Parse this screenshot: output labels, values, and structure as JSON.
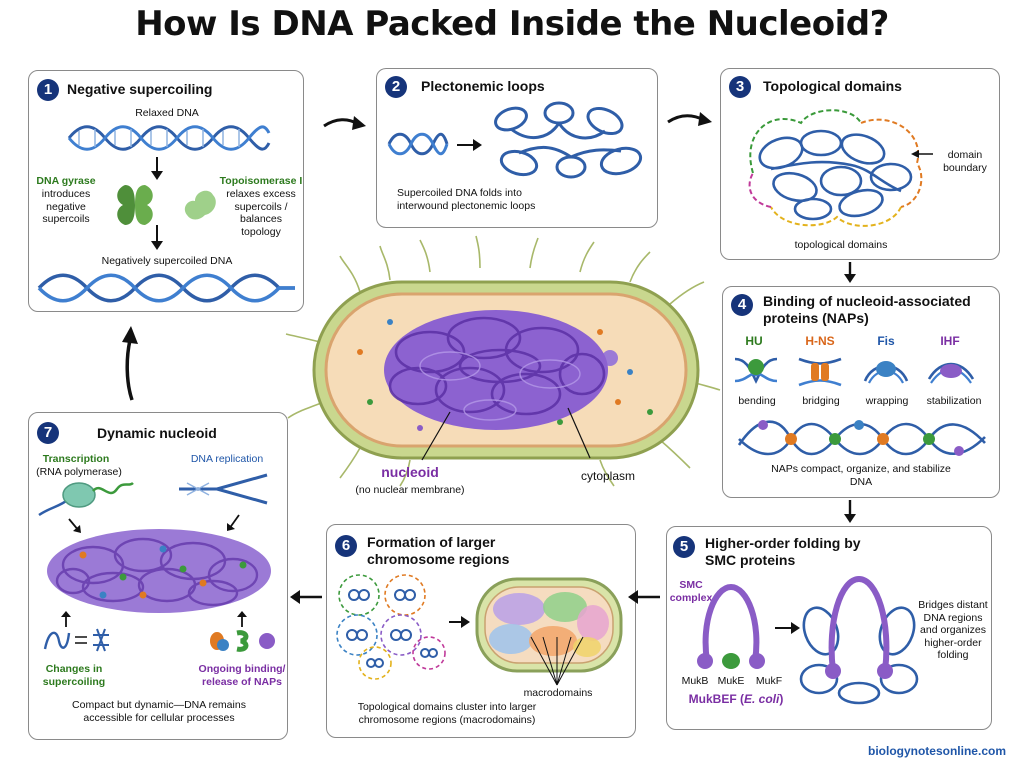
{
  "title": "How Is DNA Packed Inside the Nucleoid?",
  "panels": {
    "p1": {
      "num": "1",
      "title": "Negative supercoiling",
      "relaxed": "Relaxed DNA",
      "gyrase_name": "DNA gyrase",
      "gyrase_desc": "introduces negative supercoils",
      "topo_name": "Topoisomerase I",
      "topo_desc": "relaxes excess supercoils / balances topology",
      "result": "Negatively supercoiled DNA"
    },
    "p2": {
      "num": "2",
      "title": "Plectonemic loops",
      "caption": "Supercoiled DNA folds into interwound plectonemic loops"
    },
    "p3": {
      "num": "3",
      "title": "Topological domains",
      "boundary": "domain boundary",
      "caption": "topological domains"
    },
    "p4": {
      "num": "4",
      "title": "Binding of nucleoid-associated proteins (NAPs)",
      "proteins": [
        {
          "name": "HU",
          "role": "bending"
        },
        {
          "name": "H-NS",
          "role": "bridging"
        },
        {
          "name": "Fis",
          "role": "wrapping"
        },
        {
          "name": "IHF",
          "role": "stabilization"
        }
      ],
      "caption": "NAPs compact, organize, and stabilize DNA"
    },
    "p5": {
      "num": "5",
      "title": "Higher-order folding by SMC proteins",
      "complex": "SMC complex",
      "sub_b": "MukB",
      "sub_e": "MukE",
      "sub_f": "MukF",
      "name_prefix": "MukBEF (",
      "name_species": "E. coli",
      "name_suffix": ")",
      "desc": "Bridges distant DNA regions and organizes higher-order folding"
    },
    "p6": {
      "num": "6",
      "title": "Formation of larger chromosome regions",
      "macro": "macrodomains",
      "caption": "Topological domains cluster into larger chromosome regions (macrodomains)"
    },
    "p7": {
      "num": "7",
      "title": "Dynamic nucleoid",
      "transcription": "Transcription",
      "rnap": "(RNA polymerase)",
      "replication": "DNA replication",
      "supercoil_change": "Changes in supercoiling",
      "nap_binding": "Ongoing binding/ release of NAPs",
      "caption": "Compact but dynamic—DNA remains accessible for cellular processes"
    }
  },
  "center": {
    "nucleoid": "nucleoid",
    "no_membrane": "(no nuclear membrane)",
    "cytoplasm": "cytoplasm"
  },
  "footer": "biologynotesonline.com",
  "colors": {
    "number_badge": "#16347a",
    "dna": "#2f5ea8",
    "nucleoid": "#7a45c4",
    "hu": "#3c9a3c",
    "hns": "#e07a22",
    "fis": "#3b82c4",
    "ihf": "#8a5cc6",
    "panel_border": "#8a8a8a"
  }
}
